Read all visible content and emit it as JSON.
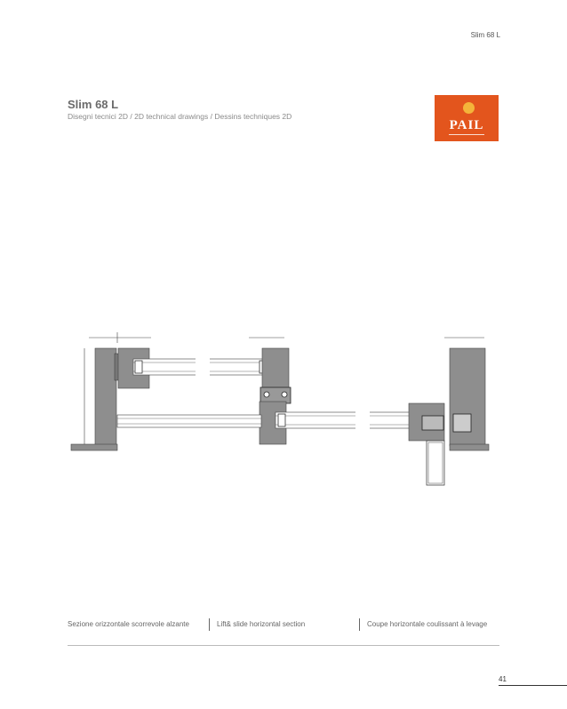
{
  "header": {
    "tag": "Slim 68 L"
  },
  "title": "Slim 68 L",
  "subtitle": "Disegni tecnici 2D / 2D technical drawings / Dessins techniques 2D",
  "logo": {
    "text": "PAIL",
    "brand_color": "#e3551d",
    "sun_color": "#f4b43a"
  },
  "captions": [
    "Sezione orizzontale scorrevole alzante",
    "Lift& slide horizontal section",
    "Coupe horizontale coulissant à levage"
  ],
  "page_number": "41",
  "colors": {
    "profile_gray": "#8e8e8e",
    "line": "#444444"
  }
}
